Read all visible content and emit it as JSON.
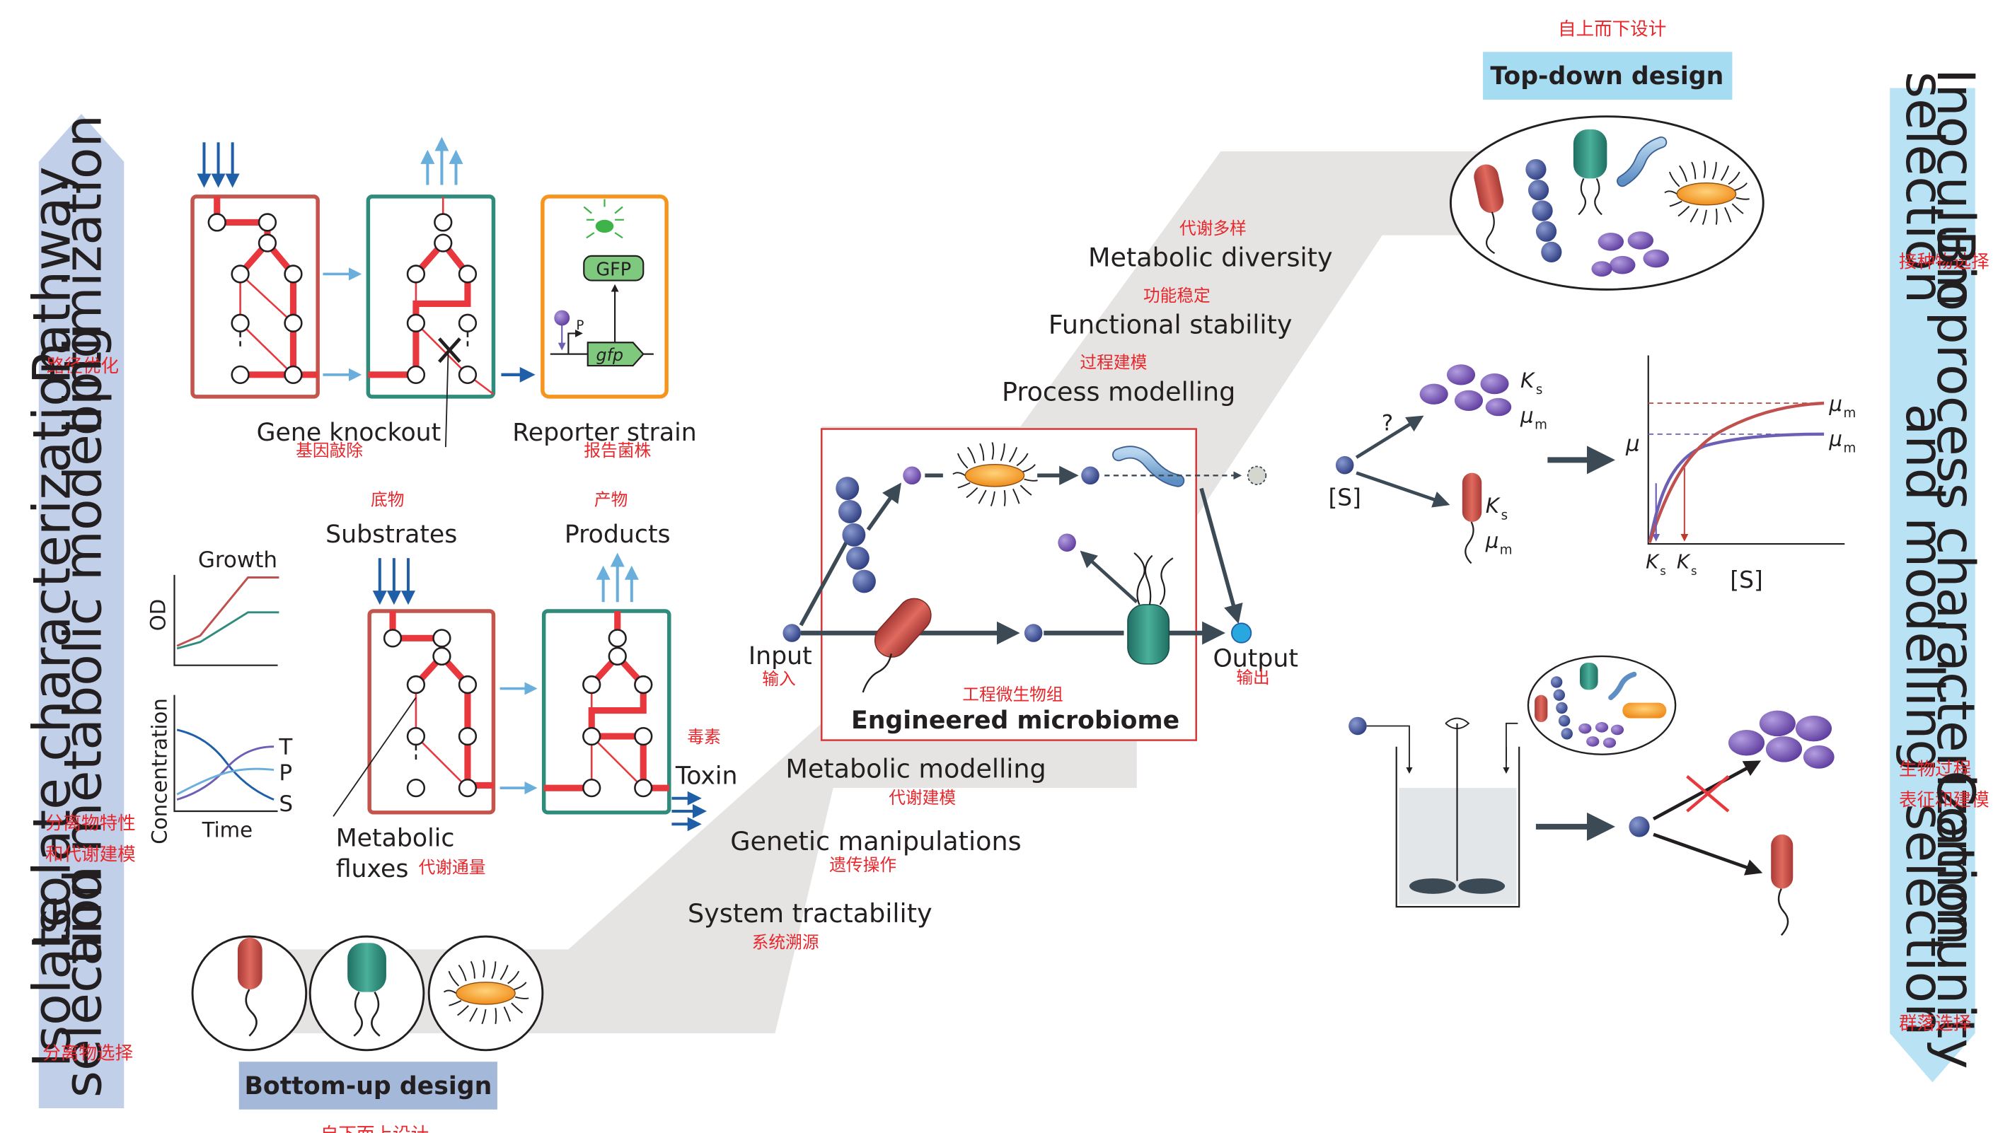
{
  "top_down": {
    "title": "Top-down design",
    "zh": "自上而下设计"
  },
  "bottom_up": {
    "title": "Bottom-up design",
    "zh": "自下而上设计"
  },
  "left_axis": {
    "pathway": {
      "en1": "Pathway",
      "en2": "optimization",
      "zh": "路径优化"
    },
    "isolate_char": {
      "en1": "Isolate characterization",
      "en2": "and metabolic modelling",
      "zh1": "分离物特性",
      "zh2": "和代谢建模"
    },
    "isolate_sel": {
      "en1": "Isolate",
      "en2": "selection",
      "zh": "分离物选择"
    }
  },
  "right_axis": {
    "inoculum": {
      "en1": "Inoculum",
      "en2": "selection",
      "zh": "接种物选择"
    },
    "bioprocess": {
      "en1": "Bioprocess characterization",
      "en2": "and modelling",
      "zh1": "生物过程",
      "zh2": "表征和建模"
    },
    "community": {
      "en1": "Community",
      "en2": "selection",
      "zh": "群落选择"
    }
  },
  "pathway_panel": {
    "gene_knockout": "Gene knockout",
    "gene_knockout_zh": "基因敲除",
    "reporter_strain": "Reporter strain",
    "reporter_strain_zh": "报告菌株",
    "gfp_box": "GFP",
    "gfp_gene": "gfp",
    "promoter": "P"
  },
  "isolate_panel": {
    "growth": "Growth",
    "od": "OD",
    "concentration": "Concentration",
    "time": "Time",
    "t": "T",
    "p": "P",
    "s": "S",
    "substrates": "Substrates",
    "substrates_zh": "底物",
    "products": "Products",
    "products_zh": "产物",
    "metabolic": "Metabolic",
    "fluxes": "fluxes",
    "fluxes_zh": "代谢通量",
    "toxin": "Toxin",
    "toxin_zh": "毒素"
  },
  "center": {
    "metabolic_diversity": "Metabolic diversity",
    "metabolic_diversity_zh": "代谢多样",
    "functional_stability": "Functional stability",
    "functional_stability_zh": "功能稳定",
    "process_modelling": "Process modelling",
    "process_modelling_zh": "过程建模",
    "input": "Input",
    "input_zh": "输入",
    "output": "Output",
    "output_zh": "输出",
    "engineered_zh": "工程微生物组",
    "engineered": "Engineered microbiome",
    "metabolic_modelling": "Metabolic modelling",
    "metabolic_modelling_zh": "代谢建模",
    "genetic_manipulations": "Genetic manipulations",
    "genetic_manipulations_zh": "遗传操作",
    "system_tractability": "System tractability",
    "system_tractability_zh": "系统溯源"
  },
  "bioprocess_panel": {
    "question": "?",
    "substrate": "[S]",
    "ks": "K",
    "ks_sub": "s",
    "mu": "μ",
    "mu_sub": "m",
    "mu_axis": "μ",
    "s_axis": "[S]"
  },
  "colors": {
    "red_pathway": "#e8383d",
    "teal_box": "#2f8c7c",
    "orange_box": "#f7941d",
    "light_blue_arrow": "#6aaedc",
    "dark_blue_arrow": "#1f5fa8",
    "top_label_bg": "#a6dcf2",
    "bottom_label_bg": "#a4b8d9",
    "left_arrow": "#c2cfe8",
    "right_arrow": "#b9e3f4",
    "band": "#e5e4e2"
  }
}
